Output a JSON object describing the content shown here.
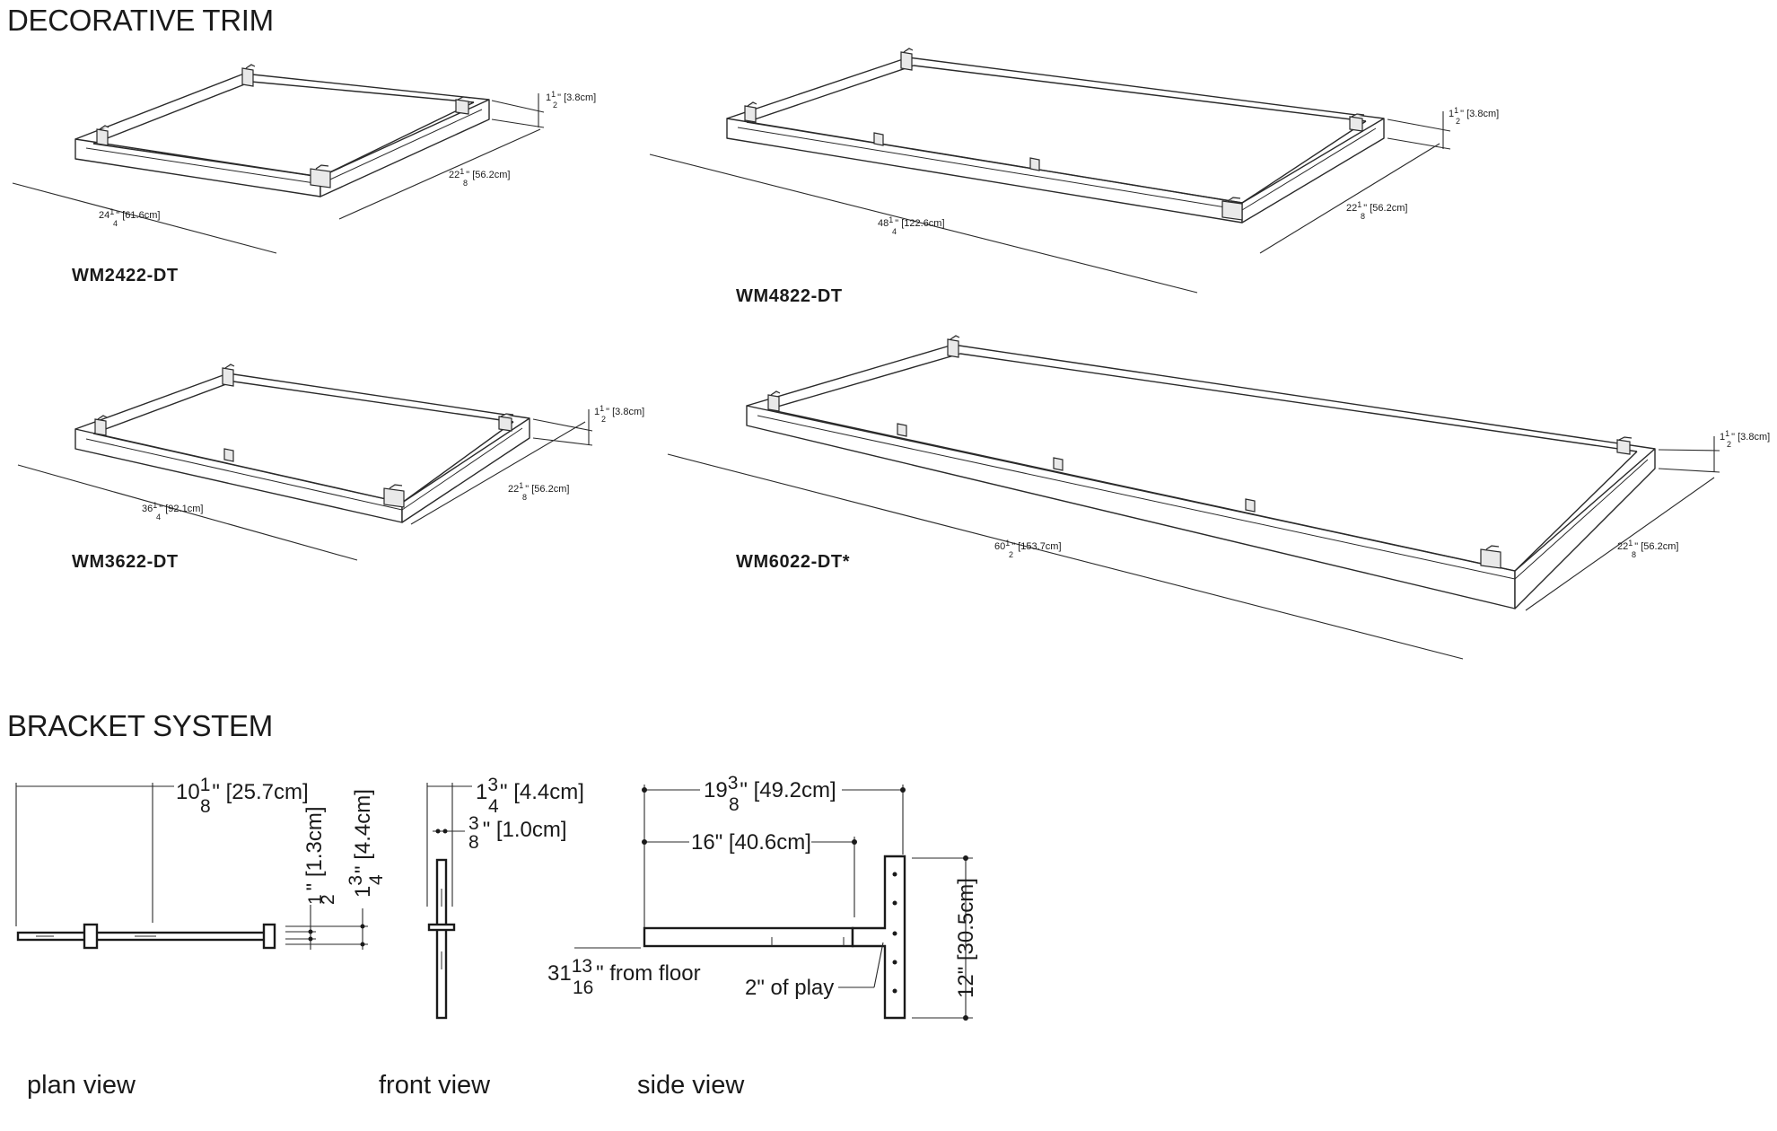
{
  "sections": {
    "decorative_trim": "DECORATIVE TRIM",
    "bracket_system": "BRACKET SYSTEM"
  },
  "trims": [
    {
      "model": "WM2422-DT",
      "length_whole": "24",
      "length_frac_num": "1",
      "length_frac_den": "4",
      "length_metric": "\" [61.6cm]",
      "depth_whole": "22",
      "depth_frac_num": "1",
      "depth_frac_den": "8",
      "depth_metric": "\" [56.2cm]",
      "height_whole": "1",
      "height_frac_num": "1",
      "height_frac_den": "2",
      "height_metric": "\" [3.8cm]"
    },
    {
      "model": "WM4822-DT",
      "length_whole": "48",
      "length_frac_num": "1",
      "length_frac_den": "4",
      "length_metric": "\" [122.6cm]",
      "depth_whole": "22",
      "depth_frac_num": "1",
      "depth_frac_den": "8",
      "depth_metric": "\" [56.2cm]",
      "height_whole": "1",
      "height_frac_num": "1",
      "height_frac_den": "2",
      "height_metric": "\" [3.8cm]"
    },
    {
      "model": "WM3622-DT",
      "length_whole": "36",
      "length_frac_num": "1",
      "length_frac_den": "4",
      "length_metric": "\" [92.1cm]",
      "depth_whole": "22",
      "depth_frac_num": "1",
      "depth_frac_den": "8",
      "depth_metric": "\" [56.2cm]",
      "height_whole": "1",
      "height_frac_num": "1",
      "height_frac_den": "2",
      "height_metric": "\" [3.8cm]"
    },
    {
      "model": "WM6022-DT*",
      "length_whole": "60",
      "length_frac_num": "1",
      "length_frac_den": "2",
      "length_metric": "\" [153.7cm]",
      "depth_whole": "22",
      "depth_frac_num": "1",
      "depth_frac_den": "8",
      "depth_metric": "\" [56.2cm]",
      "height_whole": "1",
      "height_frac_num": "1",
      "height_frac_den": "2",
      "height_metric": "\" [3.8cm]"
    }
  ],
  "bracket": {
    "plan": {
      "caption": "plan view",
      "width_whole": "10",
      "width_num": "1",
      "width_den": "8",
      "width_metric": "\" [25.7cm]",
      "thick_num": "1",
      "thick_den": "2",
      "thick_metric": "\" [1.3cm]",
      "height_whole": "1",
      "height_num": "3",
      "height_den": "4",
      "height_metric": "\" [4.4cm]"
    },
    "front": {
      "caption": "front view",
      "width_whole": "1",
      "width_num": "3",
      "width_den": "4",
      "width_metric": "\" [4.4cm]",
      "thick_num": "3",
      "thick_den": "8",
      "thick_metric": "\" [1.0cm]"
    },
    "side": {
      "caption": "side view",
      "total_whole": "19",
      "total_num": "3",
      "total_den": "8",
      "total_metric": "\" [49.2cm]",
      "arm_label": "16\" [40.6cm]",
      "height_label": "12\" [30.5cm]",
      "floor_whole": "31",
      "floor_num": "13",
      "floor_den": "16",
      "floor_text": "\" from floor",
      "play_label": "2\" of play"
    }
  }
}
